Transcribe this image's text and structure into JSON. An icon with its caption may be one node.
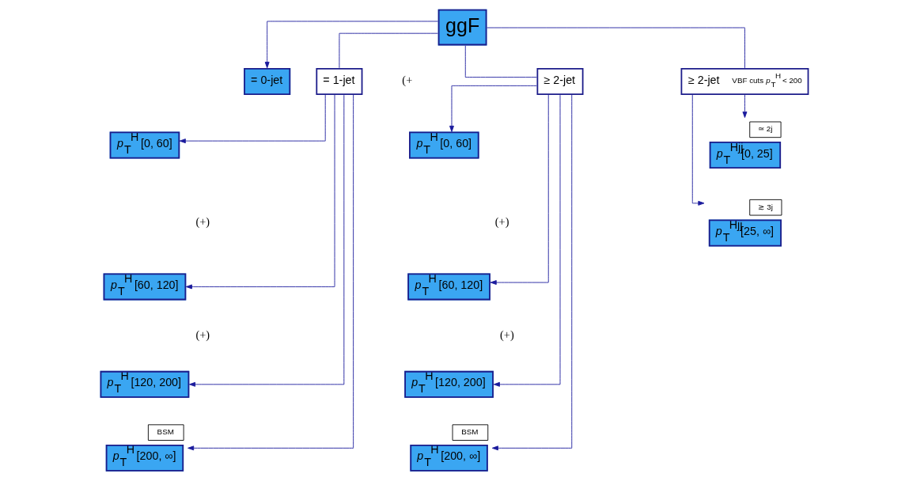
{
  "diagram": {
    "nodes": [
      {
        "text": [
          "ggF"
        ]
      },
      {
        "text": [
          "= 0-jet"
        ]
      },
      {
        "text": [
          "= 1-jet"
        ]
      },
      {
        "text": [
          "≥ 2-jet"
        ]
      },
      {
        "text": [
          "≥ 2-jet",
          "VBF cuts *p*$_{T}$$^{H}$ < 200"
        ]
      },
      {
        "text": [
          "*p*$_{T}$$^{H}$ [0, 60]"
        ]
      },
      {
        "text": [
          "*p*$_{T}$$^{H}$ [60, 120]"
        ]
      },
      {
        "text": [
          "*p*$_{T}$$^{H}$ [120, 200]"
        ]
      },
      {
        "text": [
          "*p*$_{T}$$^{H}$ [200, ∞]"
        ],
        "beside": [
          "BSM"
        ]
      },
      {
        "text": [
          "*p*$_{T}$$^{H}$ [0, 60]"
        ]
      },
      {
        "text": [
          "*p*$_{T}$$^{H}$ [60, 120]"
        ]
      },
      {
        "text": [
          "*p*$_{T}$$^{H}$ [120, 200]"
        ]
      },
      {
        "text": [
          "*p*$_{T}$$^{H}$ [200, ∞]"
        ],
        "beside": [
          "BSM"
        ]
      },
      {
        "text": [
          "*p*$_{T}$$^{Hjj}$[0, 25]"
        ],
        "beside": [
          "≃ 2j"
        ]
      },
      {
        "text": [
          "*p*$_{T}$$^{Hjj}$[25, ∞]"
        ],
        "beside": [
          "≳ 3j"
        ]
      }
    ],
    "edges": [
      {
        "from": 0,
        "to": 1,
        "arrow": "to"
      },
      {
        "from": 0,
        "to": 2,
        "arrow": "none"
      },
      {
        "from": 0,
        "to": 3,
        "arrow": "none"
      },
      {
        "from": 0,
        "to": 4,
        "arrow": "none"
      },
      {
        "from": 2,
        "to": 5,
        "arrow": "to"
      },
      {
        "from": 2,
        "to": 6,
        "arrow": "to"
      },
      {
        "from": 2,
        "to": 7,
        "arrow": "to"
      },
      {
        "from": 2,
        "to": 8,
        "arrow": "to"
      },
      {
        "from": 3,
        "to": 9,
        "arrow": "to"
      },
      {
        "from": 3,
        "to": 10,
        "arrow": "to"
      },
      {
        "from": 3,
        "to": 11,
        "arrow": "to"
      },
      {
        "from": 3,
        "to": 12,
        "arrow": "to"
      },
      {
        "from": 4,
        "to": 13,
        "arrow": "to"
      },
      {
        "from": 4,
        "to": 14,
        "arrow": "to"
      }
    ],
    "labels": [
      "(+",
      "(+)",
      "(+)",
      "(+)",
      "(+)"
    ]
  }
}
